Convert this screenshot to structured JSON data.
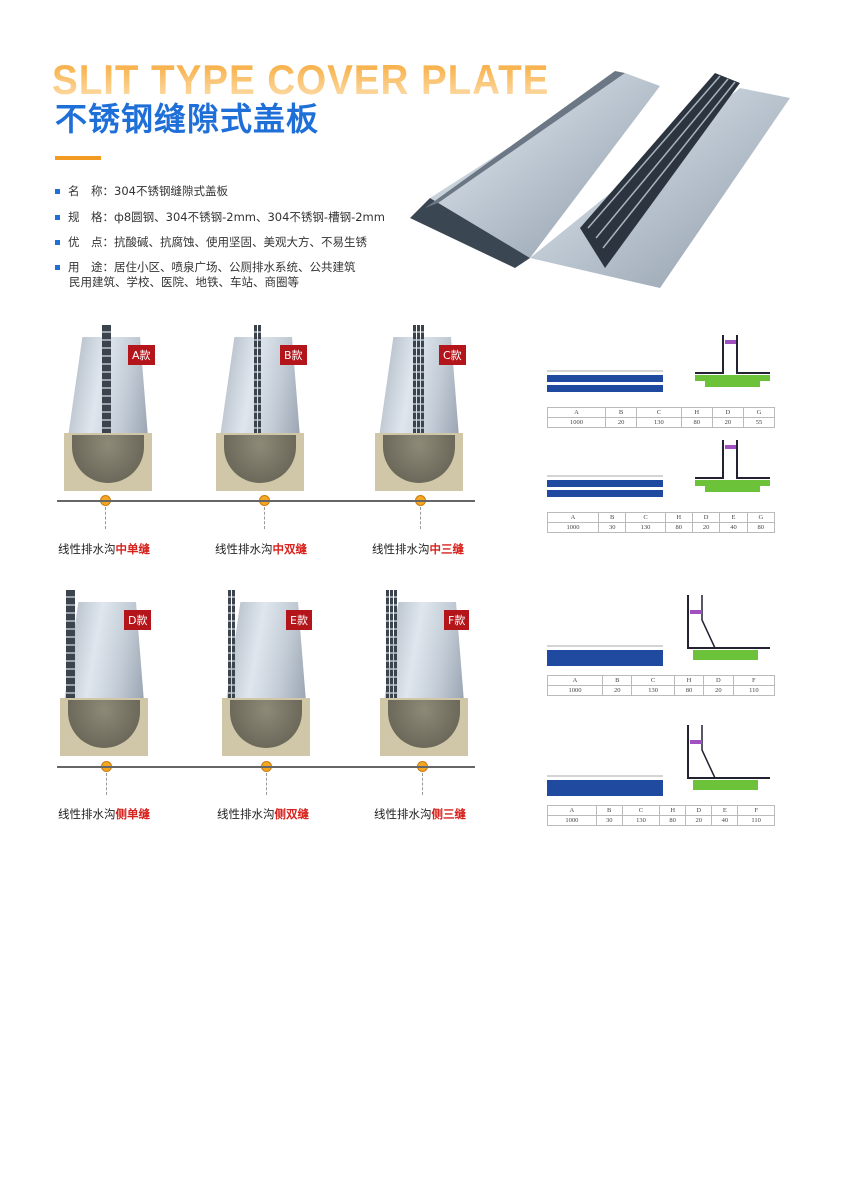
{
  "header": {
    "title_en": "SLIT TYPE COVER PLATE",
    "title_cn": "不锈钢缝隙式盖板"
  },
  "specs": [
    {
      "label": "名　称：",
      "value": "304不锈钢缝隙式盖板"
    },
    {
      "label": "规　格：",
      "value": "ф8圆钢、304不锈钢-2mm、304不锈钢-槽钢-2mm"
    },
    {
      "label": "优　点：",
      "value": "抗酸碱、抗腐蚀、使用坚固、美观大方、不易生锈"
    },
    {
      "label": "用　途：",
      "value": "居住小区、喷泉广场、公厕排水系统、公共建筑",
      "cont": "民用建筑、学校、医院、地铁、车站、商圈等"
    }
  ],
  "colors": {
    "accent": "#f39a22",
    "brand_blue": "#1f6fd8",
    "badge_red": "#b3151b",
    "highlight": "#d7231e"
  },
  "models": [
    {
      "badge": "A款",
      "prefix": "线性排水沟",
      "type": "中单缝",
      "slots": 1,
      "pos": "center"
    },
    {
      "badge": "B款",
      "prefix": "线性排水沟",
      "type": "中双缝",
      "slots": 2,
      "pos": "center"
    },
    {
      "badge": "C款",
      "prefix": "线性排水沟",
      "type": "中三缝",
      "slots": 3,
      "pos": "center"
    },
    {
      "badge": "D款",
      "prefix": "线性排水沟",
      "type": "侧单缝",
      "slots": 1,
      "pos": "side"
    },
    {
      "badge": "E款",
      "prefix": "线性排水沟",
      "type": "侧双缝",
      "slots": 2,
      "pos": "side"
    },
    {
      "badge": "F款",
      "prefix": "线性排水沟",
      "type": "侧三缝",
      "slots": 3,
      "pos": "side"
    }
  ],
  "diagrams": [
    {
      "kind": "center",
      "headers": [
        "A",
        "B",
        "C",
        "H",
        "D",
        "G"
      ],
      "values": [
        "1000",
        "20",
        "130",
        "80",
        "20",
        "55"
      ]
    },
    {
      "kind": "center",
      "headers": [
        "A",
        "B",
        "C",
        "H",
        "D",
        "E",
        "G"
      ],
      "values": [
        "1000",
        "30",
        "130",
        "80",
        "20",
        "40",
        "80"
      ]
    },
    {
      "kind": "side",
      "headers": [
        "A",
        "B",
        "C",
        "H",
        "D",
        "F"
      ],
      "values": [
        "1000",
        "20",
        "130",
        "80",
        "20",
        "110"
      ]
    },
    {
      "kind": "side",
      "headers": [
        "A",
        "B",
        "C",
        "H",
        "D",
        "E",
        "F"
      ],
      "values": [
        "1000",
        "30",
        "130",
        "80",
        "20",
        "40",
        "110"
      ]
    }
  ]
}
